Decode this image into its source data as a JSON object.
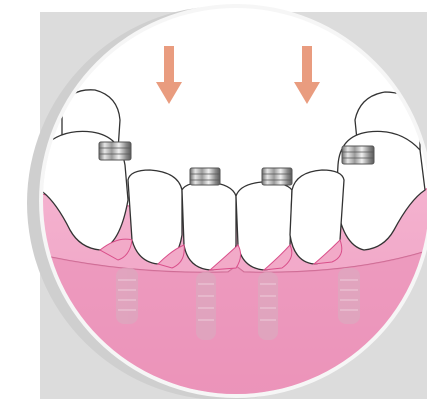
{
  "illustration": {
    "subject": "implant-supported-overdenture",
    "icons": {
      "arrows": "down-arrow-icon",
      "attachments": "implant-locator-attachment-icon",
      "implants": "dental-implant-icon"
    },
    "arrow_count": 2,
    "attachment_count": 4,
    "implant_count": 4
  },
  "colors": {
    "background": "#ffffff",
    "backdrop_square": "#dcdcdc",
    "circle_shadow": "#d2d2d2",
    "circle_ring": "#f4f4f4",
    "arrow": "#e99c7f",
    "gum": "#f2aac8",
    "gum_dark": "#ea8db5",
    "gum_outline": "#d94f8a",
    "tooth_fill": "#ffffff",
    "tooth_outline": "#333333",
    "metal_light": "#e6e6e6",
    "metal_dark": "#6e6e6e",
    "implant_ghost": "#dca8bf"
  }
}
